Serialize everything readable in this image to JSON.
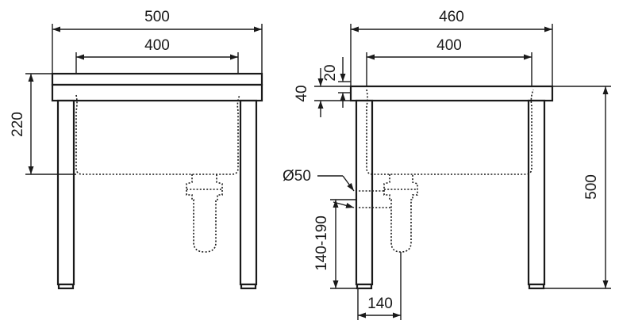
{
  "front_view": {
    "overall_width": "500",
    "basin_width": "400",
    "basin_depth": "220"
  },
  "side_view": {
    "overall_width": "460",
    "basin_width": "400",
    "rim_thickness": "20",
    "top_height": "40",
    "drain_diameter": "Ø50",
    "total_height": "500",
    "drain_height_range": "140-190",
    "drain_offset": "140"
  },
  "colors": {
    "ink": "#1a1a1a",
    "background": "#ffffff"
  }
}
